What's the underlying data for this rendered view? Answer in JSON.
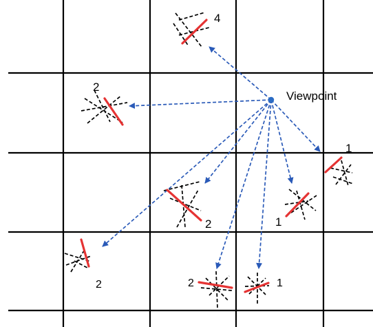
{
  "viewpoint": {
    "label": "Viewpoint",
    "color": "#2b6cc4"
  },
  "colors": {
    "grid": "#000000",
    "arrow": "#2a5ab8",
    "dashed_marks": "#000000",
    "highlight_line": "#e53333"
  },
  "labels": [
    "4",
    "2",
    "1",
    "2",
    "1",
    "2",
    "2",
    "1"
  ]
}
